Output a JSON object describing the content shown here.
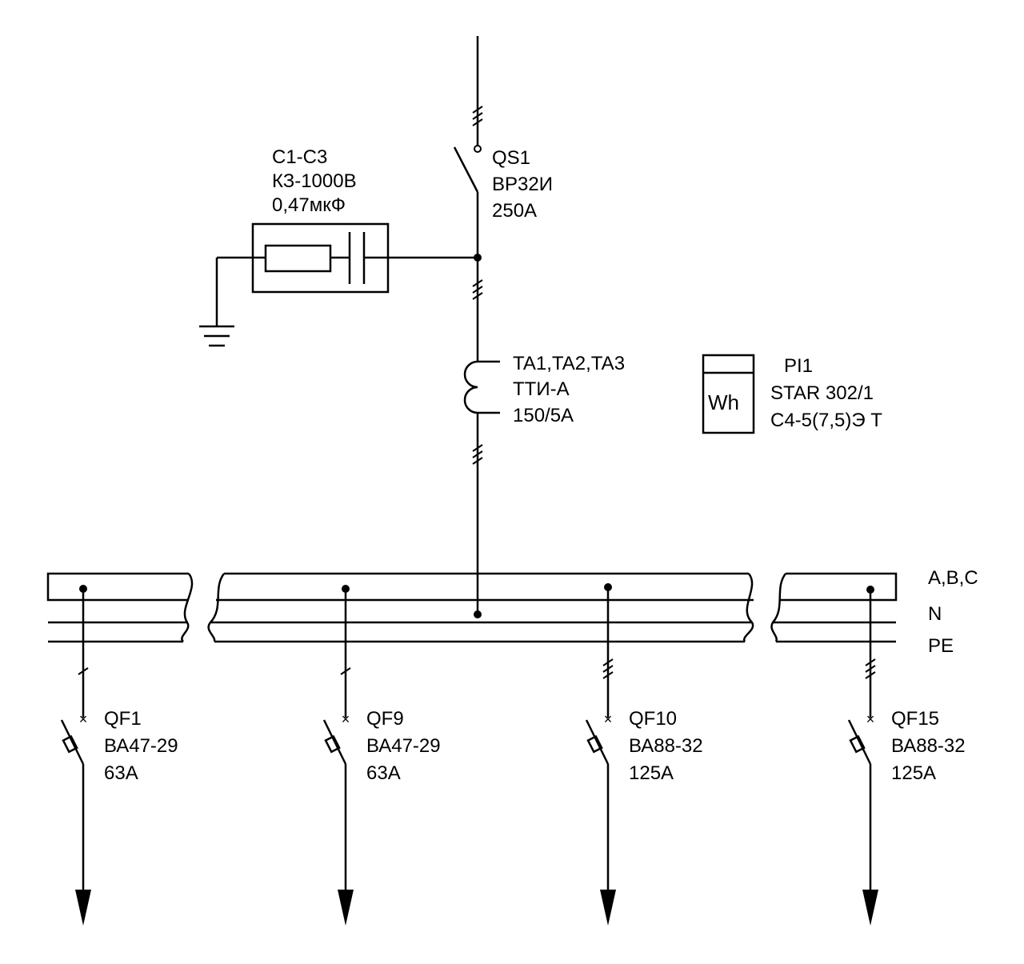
{
  "diagram": {
    "colors": {
      "line": "#000000",
      "background": "#ffffff"
    },
    "switch_qs1": {
      "designation": "QS1",
      "type": "ВР32И",
      "rating": "250А"
    },
    "capacitor_unit": {
      "designation": "С1-С3",
      "type": "КЗ-1000В",
      "capacitance": "0,47мкФ",
      "ground_symbol": "ground-icon"
    },
    "current_transformers": {
      "designation": "TA1,TA2,TA3",
      "type": "ТТИ-А",
      "ratio": "150/5А"
    },
    "energy_meter": {
      "designation": "PI1",
      "model": "STAR 302/1",
      "spec": "С4-5(7,5)Э Т",
      "symbol": "Wh"
    },
    "busbars": {
      "phase_label": "A,B,C",
      "neutral_label": "N",
      "pe_label": "PE"
    },
    "feeders": [
      {
        "designation": "QF1",
        "type": "ВА47-29",
        "rating": "63А",
        "phases": 1
      },
      {
        "designation": "QF9",
        "type": "ВА47-29",
        "rating": "63А",
        "phases": 1
      },
      {
        "designation": "QF10",
        "type": "ВА88-32",
        "rating": "125А",
        "phases": 3
      },
      {
        "designation": "QF15",
        "type": "ВА88-32",
        "rating": "125А",
        "phases": 3
      }
    ]
  }
}
